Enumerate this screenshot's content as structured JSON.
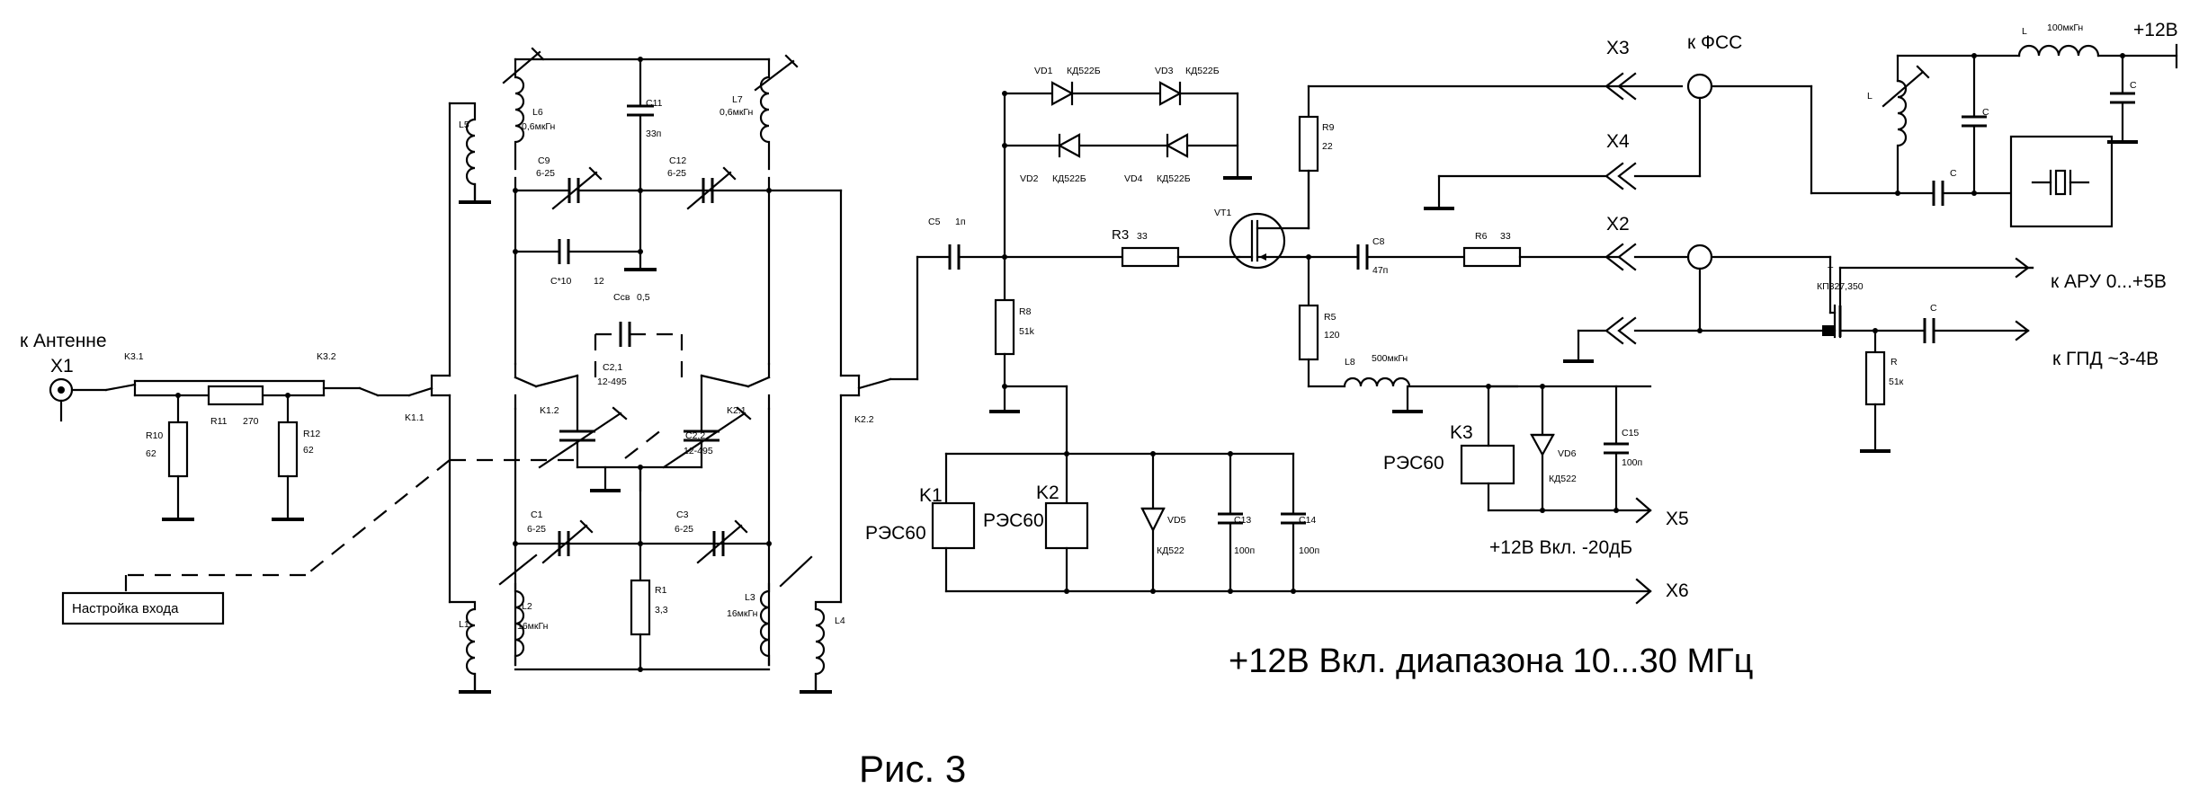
{
  "labels": {
    "antenna": "к Антенне",
    "x1": "X1",
    "k31": "K3.1",
    "k32": "K3.2",
    "r11": "R11",
    "r11v": "270",
    "r10": "R10",
    "r10v": "62",
    "r12": "R12",
    "r12v": "62",
    "k11": "K1.1",
    "tune": "Настройка входа",
    "l5": "L5",
    "l6": "L6",
    "l6v": "0,6мкГн",
    "c11": "C11",
    "c11v": "33п",
    "l7": "L7",
    "l7v": "0,6мкГн",
    "c9": "C9",
    "c9v": "6-25",
    "c12": "C12",
    "c12v": "6-25",
    "c10": "C*10",
    "c10v": "12",
    "csv": "Ссв",
    "csvv": "0,5",
    "c21": "C2,1",
    "c21v": "12-495",
    "c22": "C2,2",
    "c22v": "12-495",
    "k12": "K1.2",
    "k21": "K2.1",
    "c1": "C1",
    "c1v": "6-25",
    "c3": "C3",
    "c3v": "6-25",
    "r1": "R1",
    "r1v": "3,3",
    "l2": "L2",
    "l2v": "16мкГн",
    "l3": "L3",
    "l3v": "16мкГн",
    "l1": "L1",
    "l4": "L4",
    "k22": "K2.2",
    "c5": "C5",
    "c5v": "1п",
    "vd1": "VD1",
    "vd1v": "КД522Б",
    "vd3": "VD3",
    "vd3v": "КД522Б",
    "vd2": "VD2",
    "vd2v": "КД522Б",
    "vd4": "VD4",
    "vd4v": "КД522Б",
    "r3": "R3",
    "r3v": "33",
    "vt1": "VT1",
    "r8": "R8",
    "r8v": "51k",
    "r9": "R9",
    "r9v": "22",
    "c8": "C8",
    "c8v": "47п",
    "r6": "R6",
    "r6v": "33",
    "r5": "R5",
    "r5v": "120",
    "l8": "L8",
    "l8v": "500мкГн",
    "k1": "K1",
    "k1t": "РЭС60",
    "k2": "K2",
    "k2t": "РЭС60",
    "vd5": "VD5",
    "vd5v": "КД522",
    "c13": "C13",
    "c13v": "100п",
    "c14": "C14",
    "c14v": "100п",
    "k3": "K3",
    "k3t": "РЭС60",
    "vd6": "VD6",
    "vd6v": "КД522",
    "c15": "C15",
    "c15v": "100п",
    "x3": "X3",
    "kfss": "к ФСС",
    "x4": "X4",
    "x2": "X2",
    "x5": "X5",
    "x6": "X6",
    "plus20db": "+12В Вкл. -20дБ",
    "lpow": "L",
    "lpowv": "100мкГн",
    "p12": "+12В",
    "ltop": "L",
    "c_a": "C",
    "c_b": "C",
    "c_c": "C",
    "tr": "T",
    "trv": "КП327,350",
    "c_d": "C",
    "rr": "R",
    "rrv": "51к",
    "aru": "к АРУ 0...+5В",
    "gpd": "к ГПД ~3-4В",
    "caption": "+12В  Вкл. диапазона 10...30 МГц",
    "fig": "Рис. 3"
  }
}
